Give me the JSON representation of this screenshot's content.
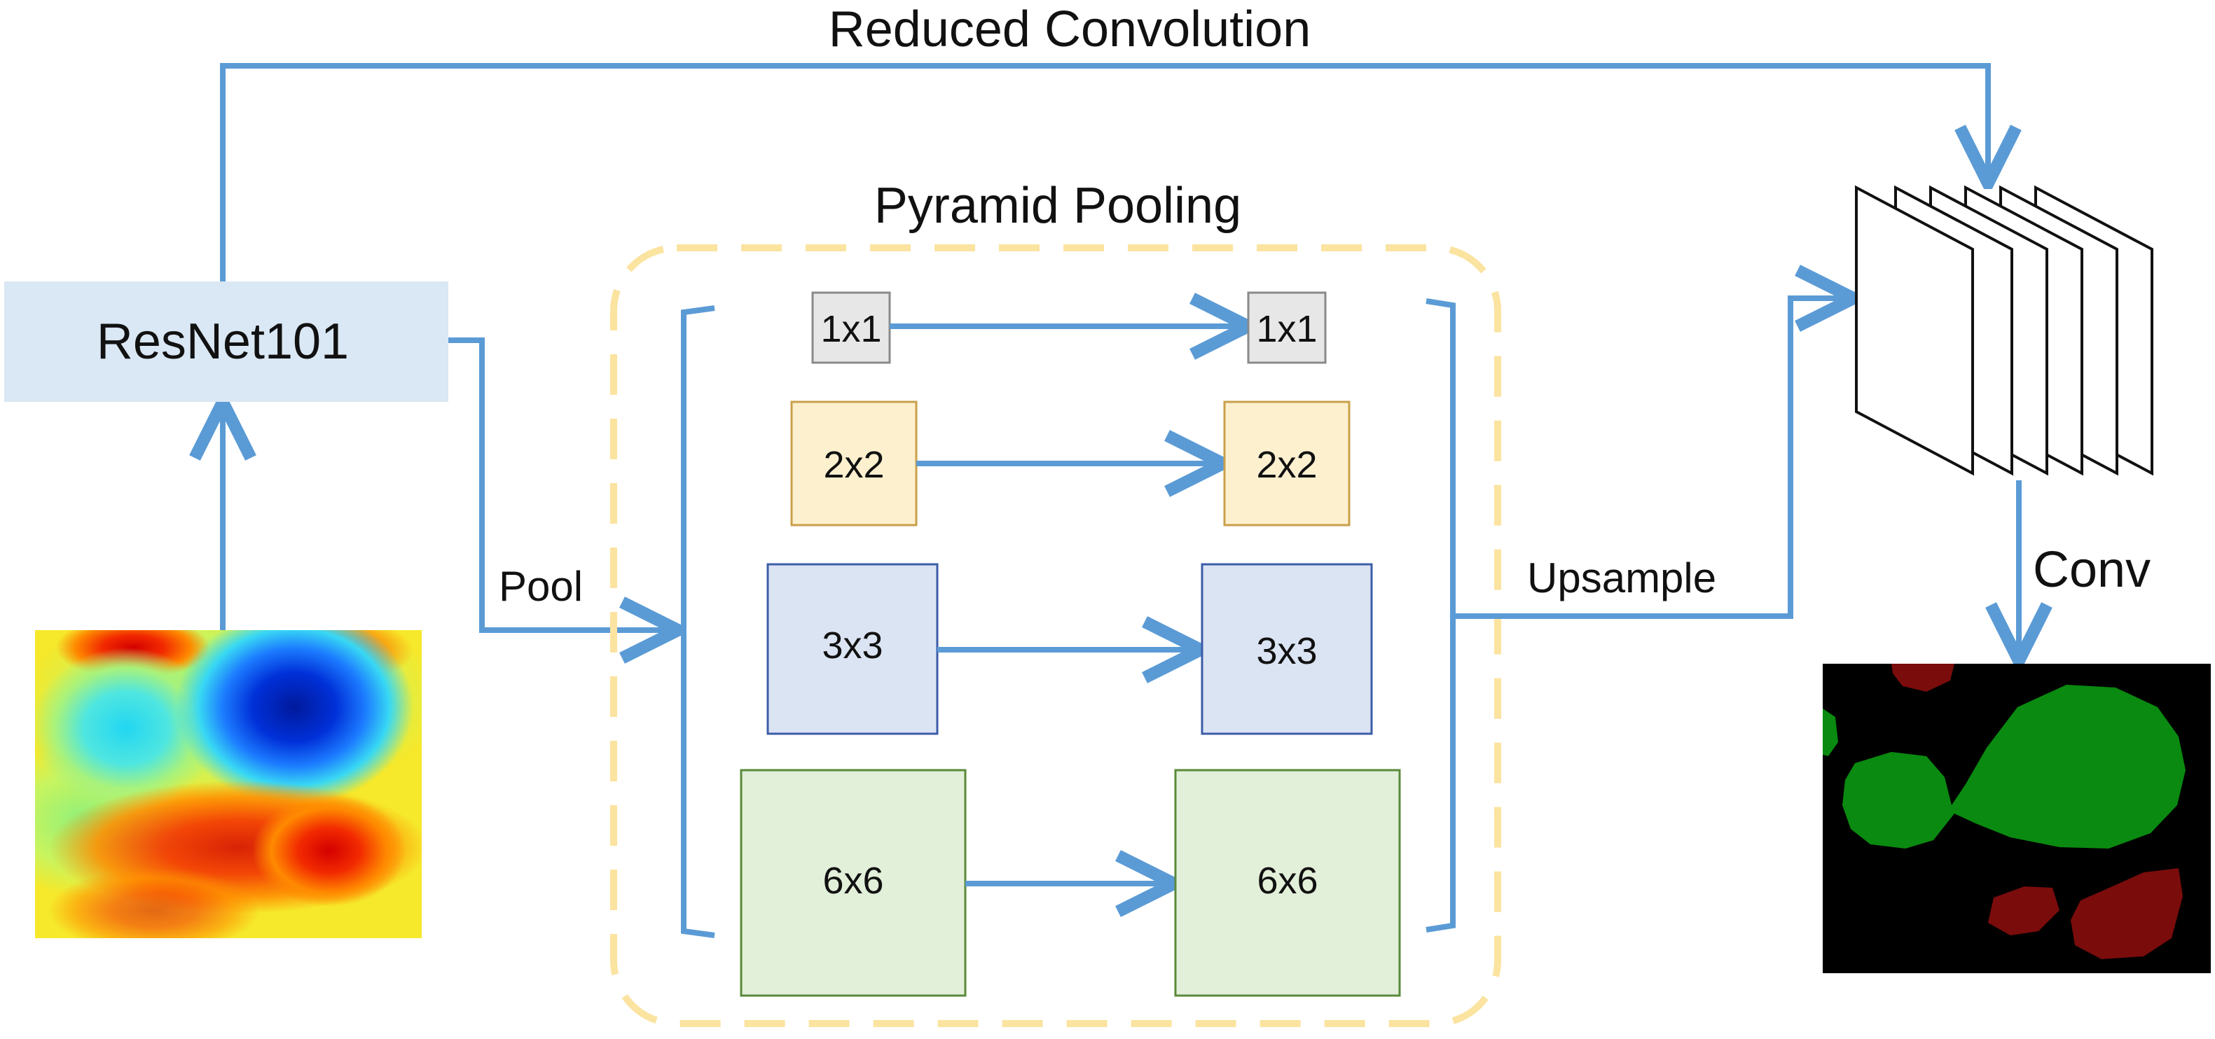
{
  "diagram": {
    "reduced_convolution_label": "Reduced Convolution",
    "pyramid_pooling_label": "Pyramid Pooling",
    "backbone_label": "ResNet101",
    "pool_label": "Pool",
    "upsample_label": "Upsample",
    "conv_label": "Conv",
    "pyramid_levels": [
      {
        "input": "1x1",
        "output": "1x1"
      },
      {
        "input": "2x2",
        "output": "2x2"
      },
      {
        "input": "3x3",
        "output": "3x3"
      },
      {
        "input": "6x6",
        "output": "6x6"
      }
    ],
    "input_image": "heatmap-image",
    "output_image": "segmentation-mask-image",
    "feature_stack": "feature-map-stack",
    "colors": {
      "arrow": "#5b9bd5",
      "backbone_fill": "#dae7f4",
      "dashed_border": "#fbe3a0",
      "level_1x1": "#e7e7e7",
      "level_2x2": "#fdf0cf",
      "level_3x3": "#dbe4f3",
      "level_6x6": "#e2efd9",
      "mask_background": "#000000",
      "mask_green": "#0a8a10",
      "mask_red": "#7a0c0c"
    }
  }
}
